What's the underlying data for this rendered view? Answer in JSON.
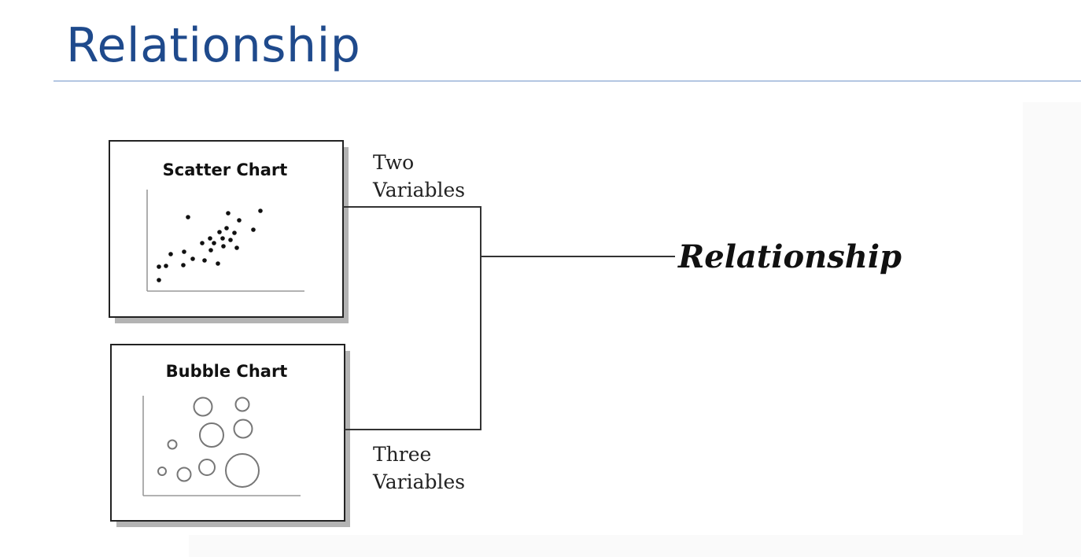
{
  "slide": {
    "title": "Relationship",
    "title_color": "#1f4a8c",
    "rule_color": "#b4c6e2"
  },
  "diagram": {
    "scatter_card": {
      "title": "Scatter Chart"
    },
    "bubble_card": {
      "title": "Bubble Chart"
    },
    "upper_branch": {
      "line1": "Two",
      "line2": "Variables"
    },
    "lower_branch": {
      "line1": "Three",
      "line2": "Variables"
    },
    "result_label": "Relationship"
  }
}
